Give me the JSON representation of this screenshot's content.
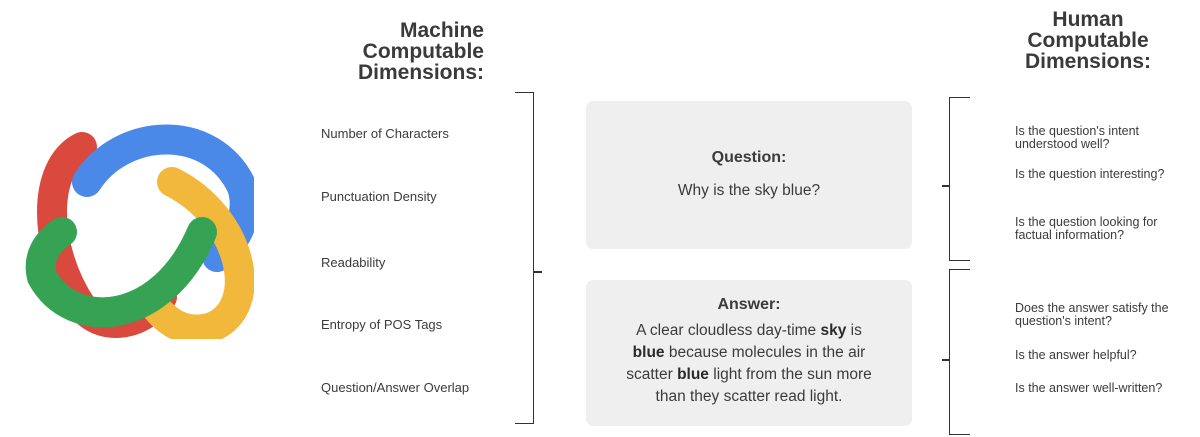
{
  "machine": {
    "heading": "Machine\nComputable\nDimensions:",
    "items": [
      "Number of Characters",
      "Punctuation Density",
      "Readability",
      "Entropy of POS Tags",
      "Question/Answer Overlap"
    ]
  },
  "human": {
    "heading": "Human\nComputable\nDimensions:",
    "question_items": [
      "Is the question's intent understood well?",
      "Is the question interesting?",
      "Is the question looking for factual information?"
    ],
    "answer_items": [
      "Does the answer satisfy the question's intent?",
      "Is the answer helpful?",
      "Is the answer well-written?"
    ]
  },
  "question_box": {
    "title": "Question:",
    "text": "Why is the sky blue?"
  },
  "answer_box": {
    "title": "Answer:",
    "text_parts": [
      "A clear cloudless day-time ",
      "sky",
      " is ",
      "blue",
      " because molecules in the air scatter ",
      "blue",
      " light from the sun more than they scatter read light."
    ]
  },
  "colors": {
    "red": "#d9493d",
    "blue": "#4a89e8",
    "yellow": "#f2b83c",
    "green": "#35a353",
    "orange": "#ea8a2c"
  }
}
